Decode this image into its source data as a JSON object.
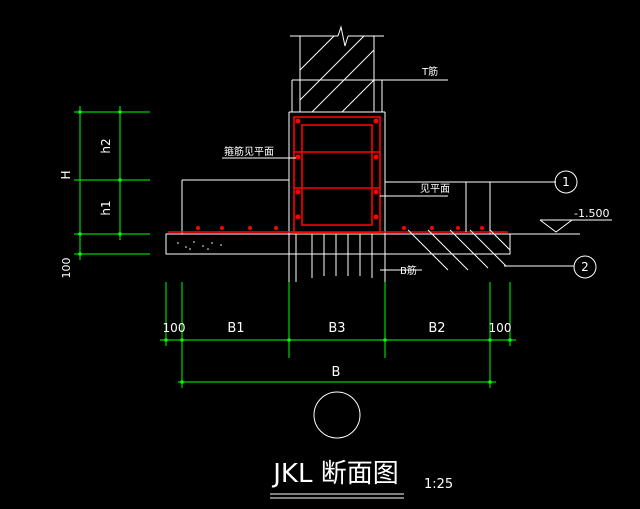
{
  "drawing": {
    "title": "JKL 断面图",
    "scale": "1:25",
    "labels": {
      "t_bar": "T筋",
      "stirrup_see_plan": "箍筋见平面",
      "see_plan": "见平面",
      "b_bar": "B筋",
      "elevation": "-1.500",
      "marker1": "1",
      "marker2": "2"
    },
    "dims": {
      "H": "H",
      "h2": "h2",
      "h1": "h1",
      "d100v": "100",
      "d100l": "100",
      "B1": "B1",
      "B3": "B3",
      "B2": "B2",
      "d100r": "100",
      "B": "B"
    }
  },
  "colors": {
    "background": "#000000",
    "lines": "#ffffff",
    "dimensions": "#00ff00",
    "rebar": "#ff0000"
  }
}
